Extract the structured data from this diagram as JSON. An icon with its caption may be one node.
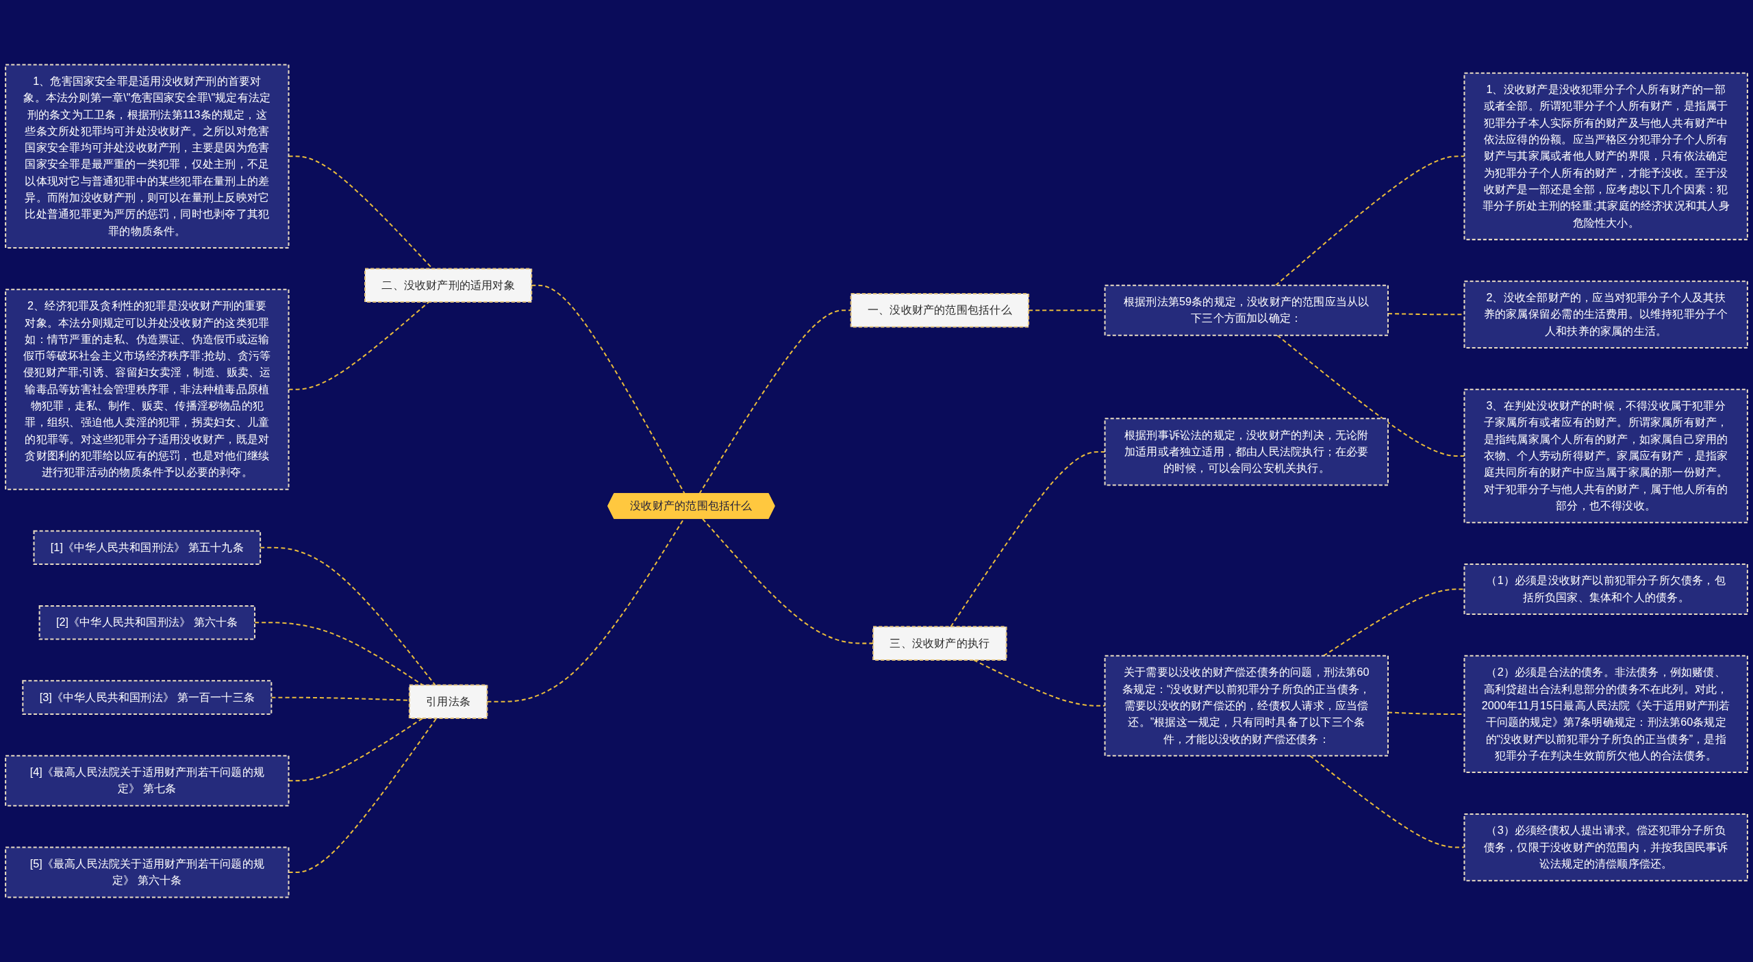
{
  "diagram": {
    "nodes": [
      {
        "text": [
          "没收财产的范围包括什么"
        ]
      },
      {
        "text": [
          "一、没收财产的范围包括什么"
        ]
      },
      {
        "text": [
          "根据刑法第59条的规定，没收财产的范围应当从以下三个方面加以确定："
        ]
      },
      {
        "text": [
          "1、没收财产是没收犯罪分子个人所有财产的一部或者全部。所谓犯罪分子个人所有财产，是指属于犯罪分子本人实际所有的财产及与他人共有财产中依法应得的份额。应当严格区分犯罪分子个人所有财产与其家属或者他人财产的界限，只有依法确定为犯罪分子个人所有的财产，才能予没收。至于没收财产是一部还是全部，应考虑以下几个因素：犯罪分子所处主刑的轻重;其家庭的经济状况和其人身危险性大小。"
        ]
      },
      {
        "text": [
          "2、没收全部财产的，应当对犯罪分子个人及其扶养的家属保留必需的生活费用。以维持犯罪分子个人和扶养的家属的生活。"
        ]
      },
      {
        "text": [
          "3、在判处没收财产的时候，不得没收属于犯罪分子家属所有或者应有的财产。所谓家属所有财产，是指纯属家属个人所有的财产，如家属自己穿用的衣物、个人劳动所得财产。家属应有财产，是指家庭共同所有的财产中应当属于家属的那一份财产。对于犯罪分子与他人共有的财产，属于他人所有的部分，也不得没收。"
        ]
      },
      {
        "text": [
          "三、没收财产的执行"
        ]
      },
      {
        "text": [
          "根据刑事诉讼法的规定，没收财产的判决，无论附加适用或者独立适用，都由人民法院执行；在必要的时候，可以会同公安机关执行。"
        ]
      },
      {
        "text": [
          "关于需要以没收的财产偿还债务的问题，刑法第60条规定：“没收财产以前犯罪分子所负的正当债务，需要以没收的财产偿还的，经债权人请求，应当偿还。”根据这一规定，只有同时具备了以下三个条件，才能以没收的财产偿还债务："
        ]
      },
      {
        "text": [
          "（1）必须是没收财产以前犯罪分子所欠债务，包括所负国家、集体和个人的债务。"
        ]
      },
      {
        "text": [
          "（2）必须是合法的债务。非法债务，例如赌债、高利贷超出合法利息部分的债务不在此列。对此，2000年11月15日最高人民法院《关于适用财产刑若干问题的规定》第7条明确规定：刑法第60条规定的“没收财产以前犯罪分子所负的正当债务”，是指犯罪分子在判决生效前所欠他人的合法债务。"
        ]
      },
      {
        "text": [
          "（3）必须经债权人提出请求。偿还犯罪分子所负债务，仅限于没收财产的范围内，并按我国民事诉讼法规定的清偿顺序偿还。"
        ]
      },
      {
        "text": [
          "二、没收财产刑的适用对象"
        ]
      },
      {
        "text": [
          "1、危害国家安全罪是适用没收财产刑的首要对象。本法分则第一章\\\"危害国家安全罪\\\"规定有法定刑的条文为工卫条，根据刑法第113条的规定，这些条文所处犯罪均可并处没收财产。之所以对危害国家安全罪均可并处没收财产刑，主要是因为危害国家安全罪是最严重的一类犯罪，仅处主刑，不足以体现对它与普通犯罪中的某些犯罪在量刑上的差异。而附加没收财产刑，则可以在量刑上反映对它比处普通犯罪更为严厉的惩罚，同时也剥夺了其犯罪的物质条件。"
        ]
      },
      {
        "text": [
          "2、经济犯罪及贪利性的犯罪是没收财产刑的重要对象。本法分则规定可以并处没收财产的这类犯罪如：情节严重的走私、伪造票证、伪造假币或运输假币等破坏社会主义市场经济秩序罪;抢劫、贪污等侵犯财产罪;引诱、容留妇女卖淫，制造、贩卖、运输毒品等妨害社会管理秩序罪，非法种植毒品原植物犯罪，走私、制作、贩卖、传播淫秽物品的犯罪，组织、强迫他人卖淫的犯罪，拐卖妇女、儿童的犯罪等。对这些犯罪分子适用没收财产，既是对贪财图利的犯罪给以应有的惩罚，也是对他们继续进行犯罪活动的物质条件予以必要的剥夺。"
        ]
      },
      {
        "text": [
          "引用法条"
        ]
      },
      {
        "text": [
          "[1]《中华人民共和国刑法》 第五十九条"
        ]
      },
      {
        "text": [
          "[2]《中华人民共和国刑法》 第六十条"
        ]
      },
      {
        "text": [
          "[3]《中华人民共和国刑法》 第一百一十三条"
        ]
      },
      {
        "text": [
          "[4]《最高人民法院关于适用财产刑若干问题的规定》 第七条"
        ]
      },
      {
        "text": [
          "[5]《最高人民法院关于适用财产刑若干问题的规定》 第六十条"
        ]
      }
    ],
    "edges": [
      {
        "from": 0,
        "to": 1,
        "arrow": "none",
        "style": "dashed"
      },
      {
        "from": 1,
        "to": 2,
        "arrow": "none",
        "style": "dashed"
      },
      {
        "from": 2,
        "to": 3,
        "arrow": "none",
        "style": "dashed"
      },
      {
        "from": 2,
        "to": 4,
        "arrow": "none",
        "style": "dashed"
      },
      {
        "from": 2,
        "to": 5,
        "arrow": "none",
        "style": "dashed"
      },
      {
        "from": 0,
        "to": 6,
        "arrow": "none",
        "style": "dashed"
      },
      {
        "from": 6,
        "to": 7,
        "arrow": "none",
        "style": "dashed"
      },
      {
        "from": 6,
        "to": 8,
        "arrow": "none",
        "style": "dashed"
      },
      {
        "from": 8,
        "to": 9,
        "arrow": "none",
        "style": "dashed"
      },
      {
        "from": 8,
        "to": 10,
        "arrow": "none",
        "style": "dashed"
      },
      {
        "from": 8,
        "to": 11,
        "arrow": "none",
        "style": "dashed"
      },
      {
        "from": 0,
        "to": 12,
        "arrow": "none",
        "style": "dashed"
      },
      {
        "from": 12,
        "to": 13,
        "arrow": "none",
        "style": "dashed"
      },
      {
        "from": 12,
        "to": 14,
        "arrow": "none",
        "style": "dashed"
      },
      {
        "from": 0,
        "to": 15,
        "arrow": "none",
        "style": "dashed"
      },
      {
        "from": 15,
        "to": 16,
        "arrow": "none",
        "style": "dashed"
      },
      {
        "from": 15,
        "to": 17,
        "arrow": "none",
        "style": "dashed"
      },
      {
        "from": 15,
        "to": 18,
        "arrow": "none",
        "style": "dashed"
      },
      {
        "from": 15,
        "to": 19,
        "arrow": "none",
        "style": "dashed"
      },
      {
        "from": 15,
        "to": 20,
        "arrow": "none",
        "style": "dashed"
      }
    ]
  }
}
